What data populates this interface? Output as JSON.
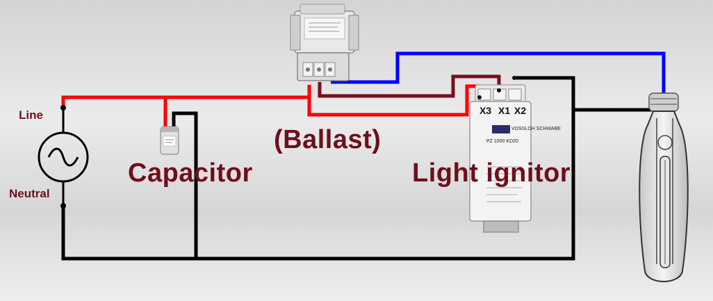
{
  "labels": {
    "line": "Line",
    "neutral": "Neutral",
    "capacitor": "Capacitor",
    "ballast": "(Ballast)",
    "ignitor": "Light ignitor"
  },
  "ignitor_terminals": [
    "X3",
    "X1",
    "X2"
  ],
  "ignitor_markings": {
    "brand": "VOSSLOH SCHWABE",
    "model": "PZ 1000 KD20"
  },
  "colors": {
    "live": "#ff0000",
    "neutral": "#000000",
    "lamp": "#0000ff",
    "ignitor_link": "#7a0f1c",
    "label": "#6e0f1c"
  },
  "icons": {
    "source": "ac-source-icon",
    "capacitor": "capacitor-icon",
    "ballast": "ballast-icon",
    "ignitor": "ignitor-icon",
    "lamp": "lamp-icon"
  }
}
